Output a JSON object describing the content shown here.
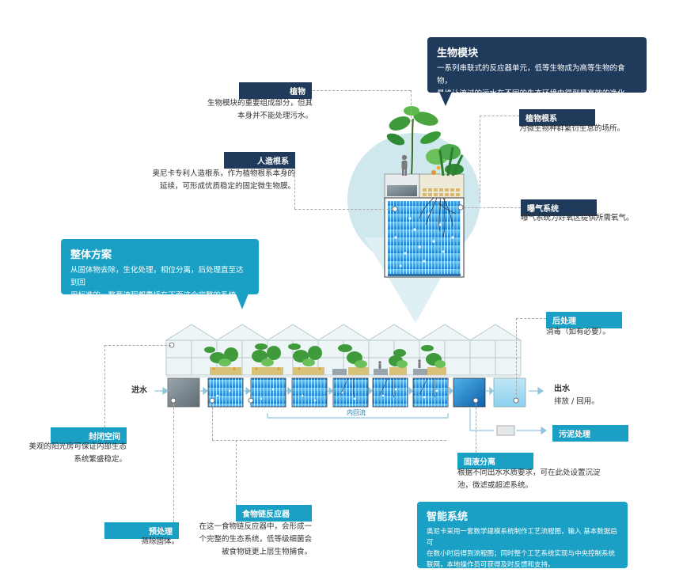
{
  "bio_module": {
    "title": "生物模块",
    "lines": [
      "一系列串联式的反应器单元，低等生物成为高等生物的食物，",
      "最终让流过的污水在不同的生态环境中得到最高效的净化。"
    ]
  },
  "plants": {
    "title": "植物",
    "lines": [
      "生物模块的重要组成部分，但其",
      "本身并不能处理污水。"
    ]
  },
  "plant_roots": {
    "title": "植物根系",
    "lines": [
      "为微生物种群繁衍生息的场所。"
    ]
  },
  "artificial_roots": {
    "title": "人造根系",
    "lines": [
      "奥尼卡专利人造根系，作为植物根系本身的",
      "延续，可形成优质稳定的固定微生物膜。"
    ]
  },
  "aeration": {
    "title": "曝气系统",
    "lines": [
      "曝气系统为好氧区提供所需氧气。"
    ]
  },
  "overall": {
    "title": "整体方案",
    "lines": [
      "从固体物去除，生化处理，相位分离，后处理直至达到回",
      "用标准的一整套流程都囊括在下面这个完整的系统中。"
    ]
  },
  "post_treatment": {
    "title": "后处理",
    "lines": [
      "消毒（如有必要）。"
    ]
  },
  "inlet": "进水",
  "outlet": {
    "title": "出水",
    "sub": "排放 / 回用。"
  },
  "internal_flow": "内回流",
  "enclosed": {
    "title": "封闭空间",
    "lines": [
      "美观的阳光房可保证内部生态",
      "系统繁盛稳定。"
    ]
  },
  "sludge": {
    "title": "污泥处理"
  },
  "separation": {
    "title": "固液分离",
    "lines": [
      "根据不同出水水质要求，可在此处设置沉淀",
      "池，微滤或超滤系统。"
    ]
  },
  "smart": {
    "title": "智能系统",
    "lines": [
      "奥尼卡采用一套数学建模系统制作工艺流程图，输入 基本数据后可",
      "在数小时后得到流程图；同时整个工艺系统实现与中央控制系统",
      "联网，本地操作员可获得及时反馈和支持。"
    ]
  },
  "food_chain": {
    "title": "食物链反应器",
    "lines": [
      "在这一食物链反应器中，会形成一",
      "个完整的生态系统，低等级细菌会",
      "被食物链更上层生物捕食。"
    ]
  },
  "pretreatment": {
    "title": "预处理",
    "lines": [
      "筛除固体。"
    ]
  },
  "colors": {
    "navy": "#1f3a5a",
    "cyan": "#1aa0c4",
    "circle": "#cfe8ee",
    "water": "#2a8fd0"
  }
}
